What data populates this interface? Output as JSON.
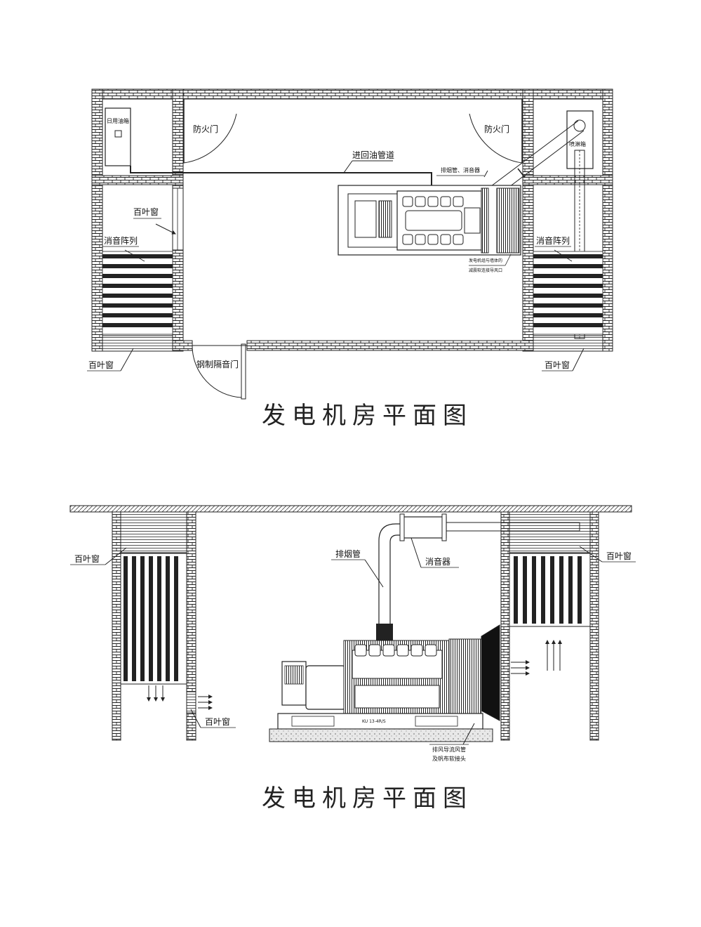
{
  "plan": {
    "daily_tank": "日用油箱",
    "fire_door_left": "防火门",
    "fire_door_right": "防火门",
    "oil_pipe": "进回油管道",
    "exhaust_muffler": "排烟管、消音器",
    "spray_box": "喷淋箱",
    "louver_left_upper": "百叶窗",
    "silencer_left": "消音阵列",
    "silencer_right": "消音阵列",
    "vent_note_1": "发电机组与墙体的",
    "vent_note_2": "减震软连接导风口",
    "louver_left_lower": "百叶窗",
    "steel_door": "钢制隔音门",
    "louver_right_lower": "百叶窗",
    "title": "发电机房平面图"
  },
  "elevation": {
    "louver_left": "百叶窗",
    "exhaust_pipe": "排烟管",
    "muffler": "消音器",
    "louver_right": "百叶窗",
    "louver_bottom": "百叶窗",
    "duct_note_1": "排风导流风管",
    "duct_note_2": "及帆布软接头",
    "plate": "KU 13-4R/S",
    "title": "发电机房平面图"
  }
}
